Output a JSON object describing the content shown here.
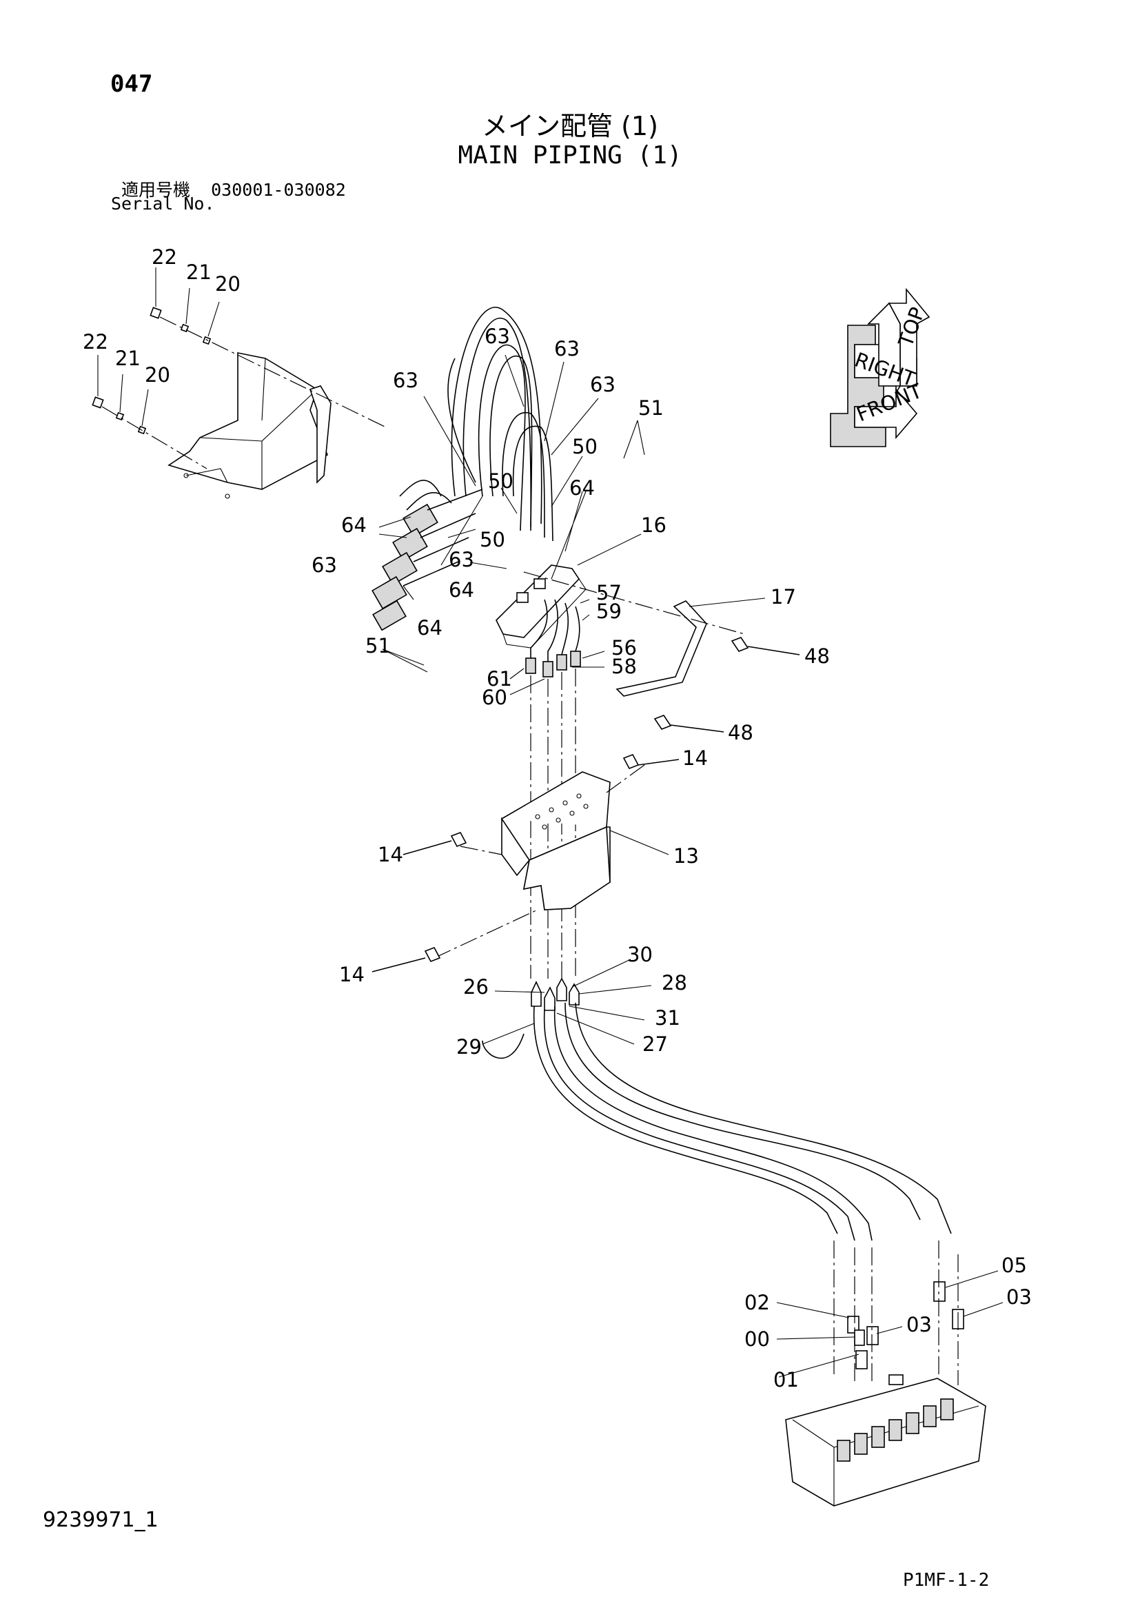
{
  "header": {
    "page_number": "047",
    "title_jp": "メイン配管 (1)",
    "title_en": "MAIN PIPING (1)",
    "serial_label_jp": "適用号機",
    "serial_range": "030001-030082",
    "serial_label_en": "Serial No."
  },
  "footer": {
    "doc_number": "9239971_1",
    "sheet_code": "P1MF-1-2"
  },
  "orientation_marker": {
    "labels": [
      "TOP",
      "RIGHT",
      "FRONT"
    ]
  },
  "callouts": [
    "22",
    "21",
    "20",
    "22",
    "21",
    "20",
    "63",
    "63",
    "63",
    "63",
    "63",
    "63",
    "51",
    "50",
    "50",
    "50",
    "64",
    "64",
    "64",
    "64",
    "16",
    "17",
    "57",
    "59",
    "56",
    "58",
    "61",
    "60",
    "51",
    "48",
    "48",
    "14",
    "14",
    "13",
    "14",
    "30",
    "26",
    "28",
    "31",
    "29",
    "27",
    "05",
    "03",
    "02",
    "00",
    "03",
    "01"
  ]
}
